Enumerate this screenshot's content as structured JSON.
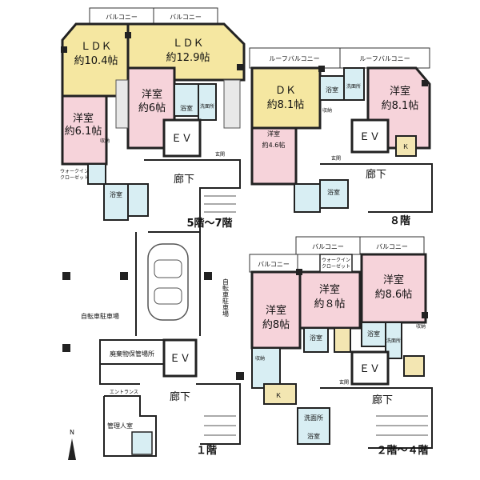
{
  "colors": {
    "ldk": "#f5e7a1",
    "bedroom": "#f6d3da",
    "wet": "#d8eef3",
    "kitchen": "#f3e6b2",
    "wall": "#222222",
    "balcony": "#ffffff"
  },
  "floor_5_7": {
    "title": "5階～7階",
    "balcony_left": "バルコニー",
    "balcony_right": "バルコニー",
    "ldk_left_name": "ＬＤＫ",
    "ldk_left_size": "約10.4帖",
    "ldk_right_name": "ＬＤＫ",
    "ldk_right_size": "約12.9帖",
    "west_room_left_name": "洋室",
    "west_room_left_size": "約6.1帖",
    "west_room_mid_name": "洋室",
    "west_room_mid_size": "約6帖",
    "bath_a": "浴室",
    "bath_b": "浴室",
    "washroom": "洗面所",
    "storage": "収納",
    "walkin": "ウォークイン",
    "closet": "クローゼット",
    "ev": "ＥＶ",
    "corridor": "廊下",
    "entry": "玄関"
  },
  "floor_8": {
    "title": "８階",
    "roof_balcony_left": "ルーフバルコニー",
    "roof_balcony_right": "ルーフバルコニー",
    "dk_name": "ＤＫ",
    "dk_size": "約8.1帖",
    "west_room_small_name": "洋室",
    "west_room_small_size": "約4.6帖",
    "west_room_right_name": "洋室",
    "west_room_right_size": "約8.1帖",
    "bath_a": "浴室",
    "bath_b": "浴室",
    "washroom": "洗面所",
    "storage": "収納",
    "ev": "ＥＶ",
    "k": "Ｋ",
    "corridor": "廊下",
    "entry": "玄関"
  },
  "floor_1": {
    "title": "１階",
    "bicycle_left": "自転車駐車場",
    "bicycle_right": "自転車駐車場",
    "waste": "廃棄物保管場所",
    "ev": "ＥＶ",
    "corridor": "廊下",
    "entrance": "エントランス",
    "manager_room": "管理人室",
    "north": "N"
  },
  "floor_2_4": {
    "title": "２階～４階",
    "balcony_a": "バルコニー",
    "balcony_b": "バルコニー",
    "balcony_c": "バルコニー",
    "walkin": "ウォークイン",
    "closet": "クローゼット",
    "room_left_name": "洋室",
    "room_left_size": "約8帖",
    "room_mid_name": "洋室",
    "room_mid_size": "約８帖",
    "room_right_name": "洋室",
    "room_right_size": "約8.6帖",
    "bath_a": "浴室",
    "bath_b": "浴室",
    "bath_c": "浴室",
    "washroom_a": "洗面所",
    "washroom_b": "洗面所",
    "storage_a": "収納",
    "storage_b": "収納",
    "k": "Ｋ",
    "ev": "ＥＶ",
    "corridor": "廊下",
    "entry": "玄関"
  }
}
